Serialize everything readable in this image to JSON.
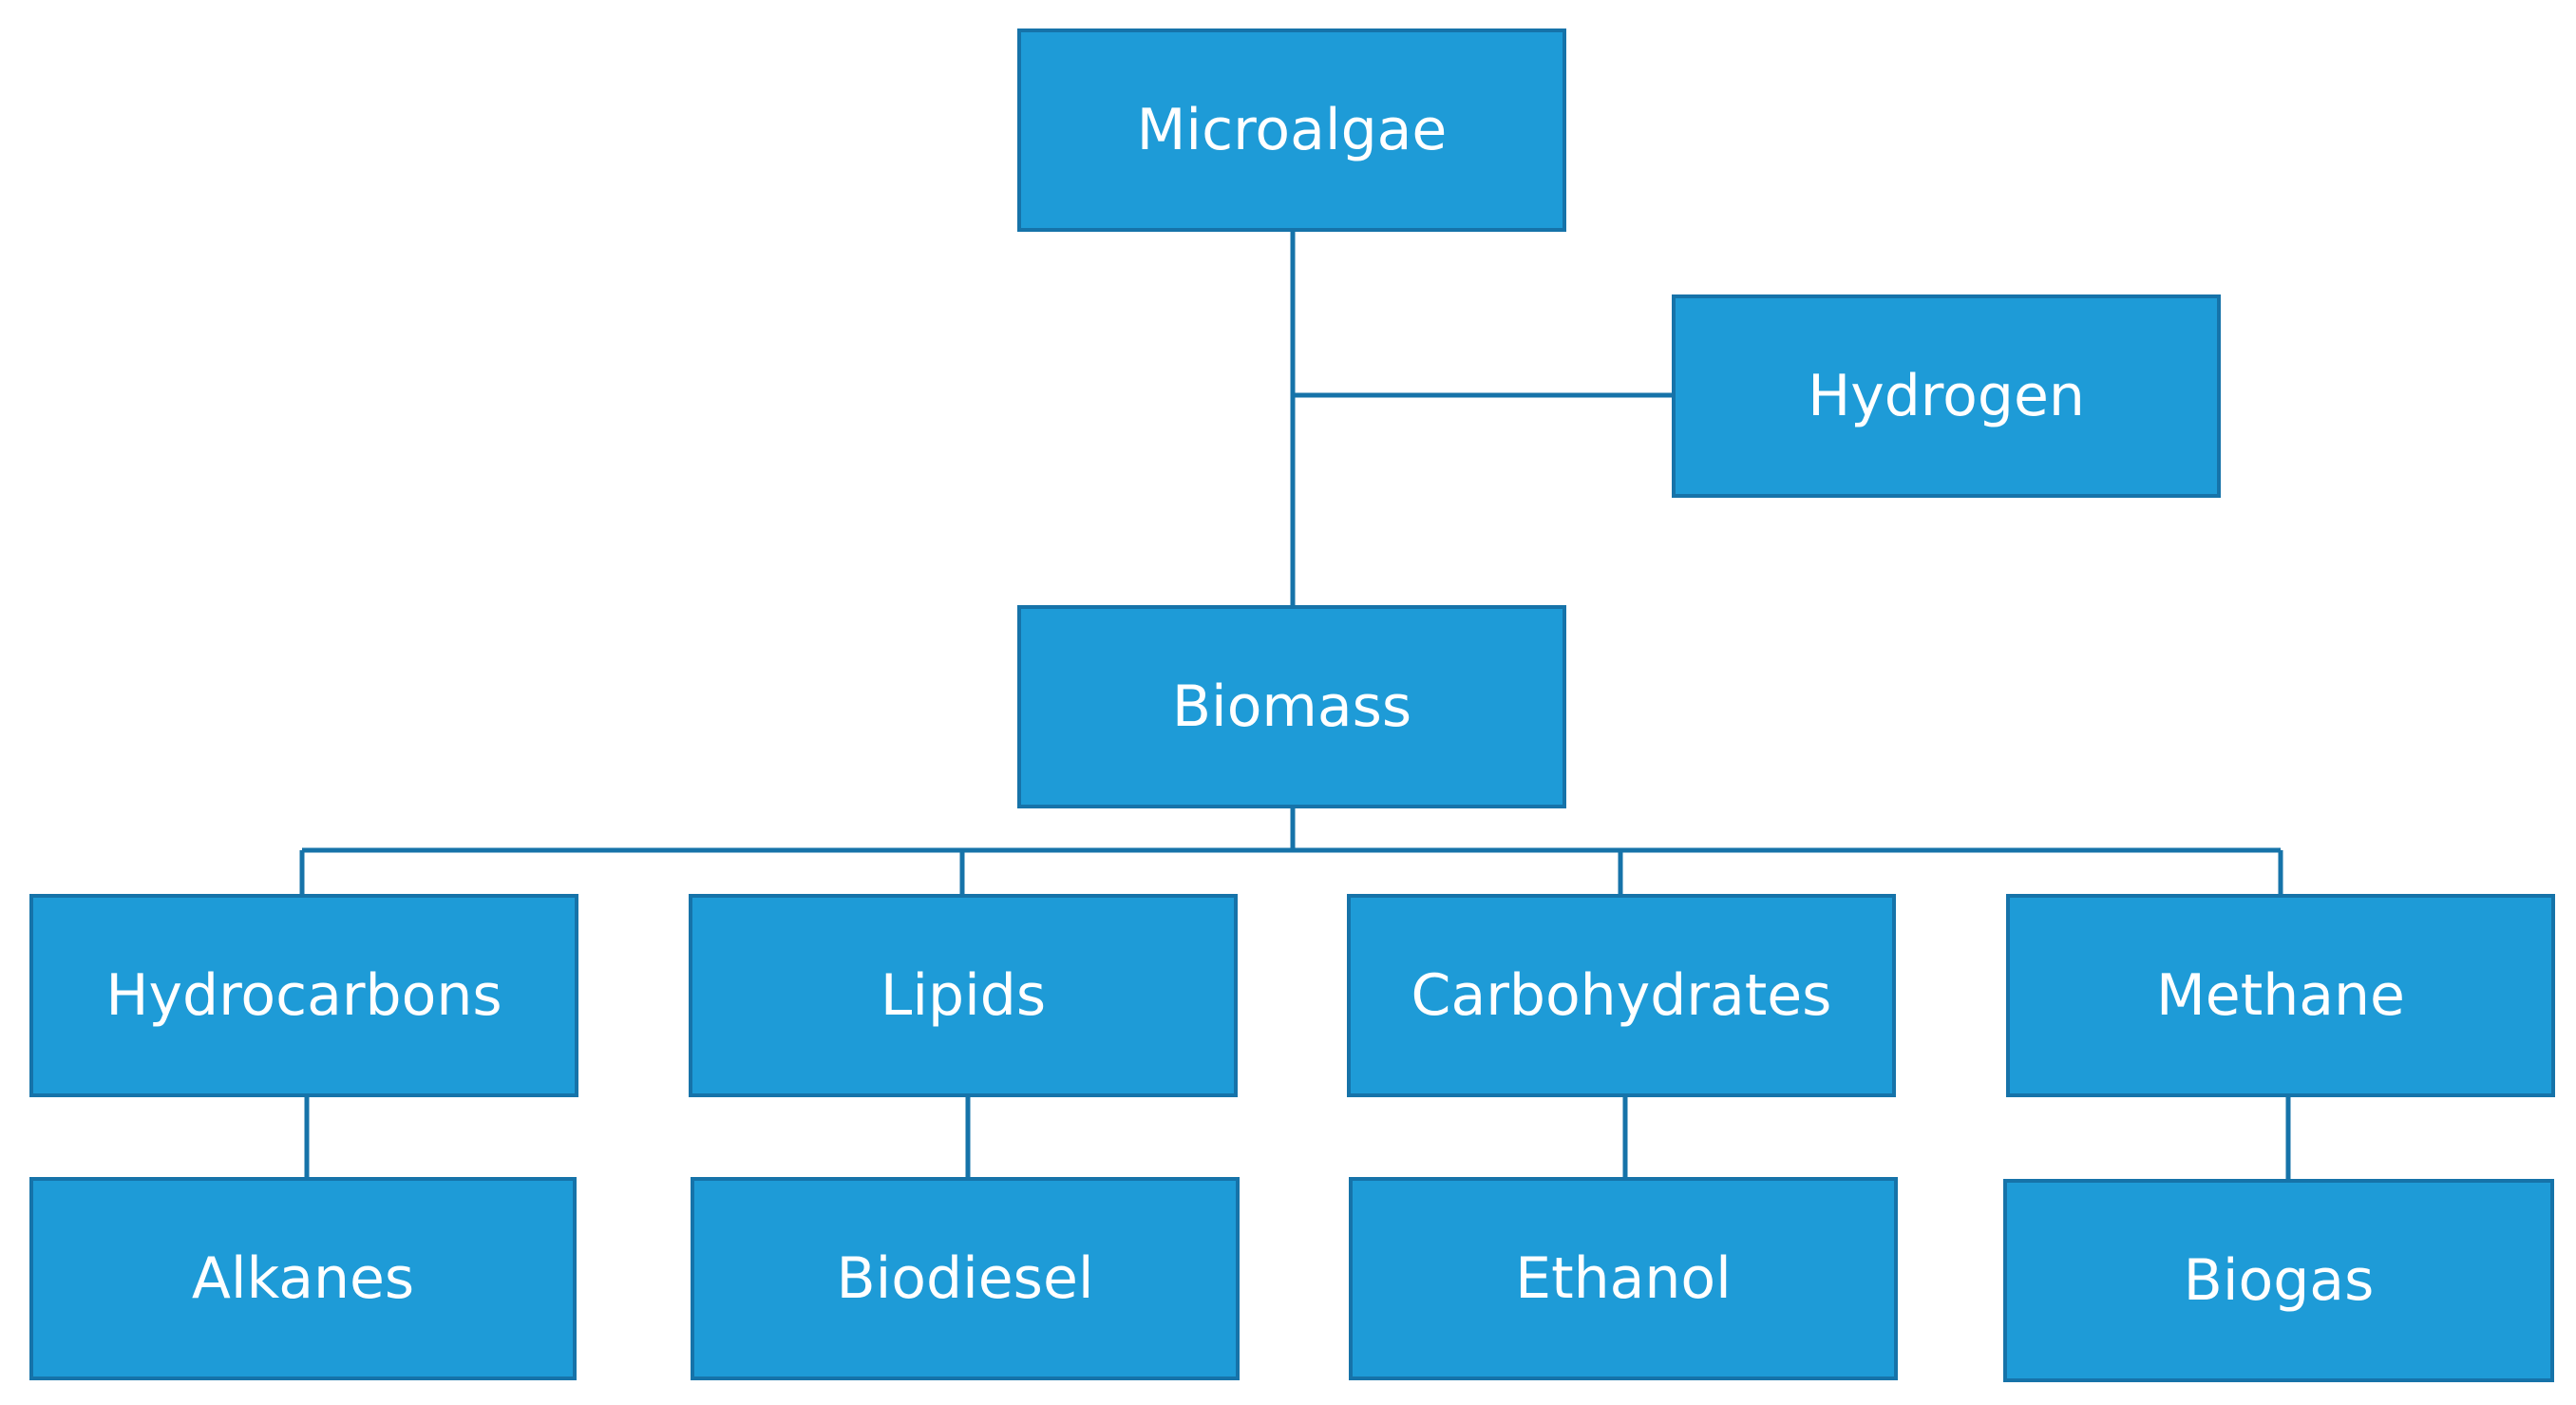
{
  "colors": {
    "box_fill": "#1e9bd7",
    "box_border": "#1673a9",
    "connector": "#1673a9",
    "text": "#ffffff"
  },
  "nodes": {
    "microalgae": "Microalgae",
    "hydrogen": "Hydrogen",
    "biomass": "Biomass",
    "hydrocarbons": "Hydrocarbons",
    "lipids": "Lipids",
    "carbohydrates": "Carbohydrates",
    "methane": "Methane",
    "alkanes": "Alkanes",
    "biodiesel": "Biodiesel",
    "ethanol": "Ethanol",
    "biogas": "Biogas"
  },
  "edges": [
    [
      "microalgae",
      "hydrogen"
    ],
    [
      "microalgae",
      "biomass"
    ],
    [
      "biomass",
      "hydrocarbons"
    ],
    [
      "biomass",
      "lipids"
    ],
    [
      "biomass",
      "carbohydrates"
    ],
    [
      "biomass",
      "methane"
    ],
    [
      "hydrocarbons",
      "alkanes"
    ],
    [
      "lipids",
      "biodiesel"
    ],
    [
      "carbohydrates",
      "ethanol"
    ],
    [
      "methane",
      "biogas"
    ]
  ]
}
